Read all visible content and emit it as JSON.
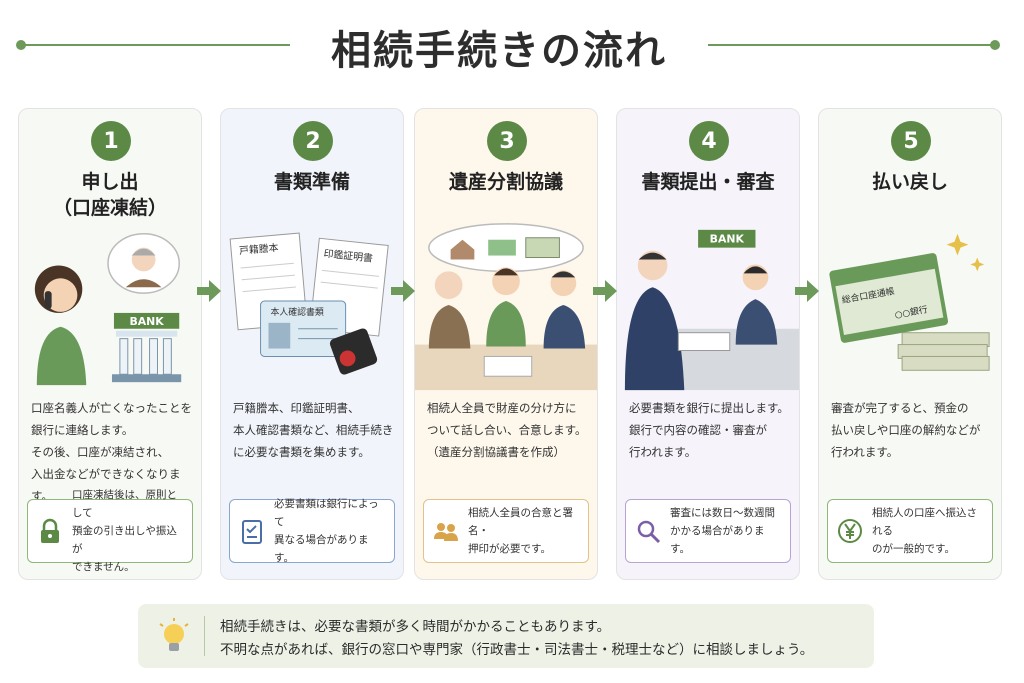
{
  "title": "相続手続きの流れ",
  "steps": [
    {
      "number": "1",
      "heading_line1": "申し出",
      "heading_line2": "（口座凍結）",
      "illus_label": "BANK",
      "desc": [
        "口座名義人が亡くなったことを",
        "銀行に連絡します。",
        "その後、口座が凍結され、",
        "入出金などができなくなります。"
      ],
      "note": [
        "口座凍結後は、原則として",
        "預金の引き出しや振込が",
        "できません。"
      ],
      "icon": "lock-icon",
      "bg": "#f7f9f4",
      "note_border": "#8fb77a"
    },
    {
      "number": "2",
      "heading_line1": "書類準備",
      "doc_labels": [
        "戸籍謄本",
        "印鑑証明書",
        "本人確認書類"
      ],
      "desc": [
        "戸籍謄本、印鑑証明書、",
        "本人確認書類など、相続手続き",
        "に必要な書類を集めます。"
      ],
      "note": [
        "必要書類は銀行によって",
        "異なる場合があります。"
      ],
      "icon": "checklist-icon",
      "bg": "#f1f5fb",
      "note_border": "#8aa6cf"
    },
    {
      "number": "3",
      "heading_line1": "遺産分割協議",
      "desc": [
        "相続人全員で財産の分け方に",
        "ついて話し合い、合意します。",
        "（遺産分割協議書を作成）"
      ],
      "note": [
        "相続人全員の合意と署名・",
        "押印が必要です。"
      ],
      "icon": "people-icon",
      "bg": "#fdf7ec",
      "note_border": "#e4c28a"
    },
    {
      "number": "4",
      "heading_line1": "書類提出・審査",
      "illus_label": "BANK",
      "desc": [
        "必要書類を銀行に提出します。",
        "銀行で内容の確認・審査が",
        "行われます。"
      ],
      "note": [
        "審査には数日～数週間",
        "かかる場合があります。"
      ],
      "icon": "magnifier-icon",
      "bg": "#f6f3fa",
      "note_border": "#b7a4d3"
    },
    {
      "number": "5",
      "heading_line1": "払い戻し",
      "passbook_title": "総合口座通帳",
      "passbook_bank": "○○銀行",
      "desc": [
        "審査が完了すると、預金の",
        "払い戻しや口座の解約などが",
        "行われます。"
      ],
      "note": [
        "相続人の口座へ振込される",
        "のが一般的です。"
      ],
      "icon": "yen-icon",
      "bg": "#f7f9f4",
      "note_border": "#8fb77a"
    }
  ],
  "footer": {
    "line1": "相続手続きは、必要な書類が多く時間がかかることもあります。",
    "line2": "不明な点があれば、銀行の窓口や専門家（行政書士・司法書士・税理士など）に相談しましょう。"
  },
  "colors": {
    "accent": "#5c8a46",
    "arrow": "#6d9a5a"
  }
}
